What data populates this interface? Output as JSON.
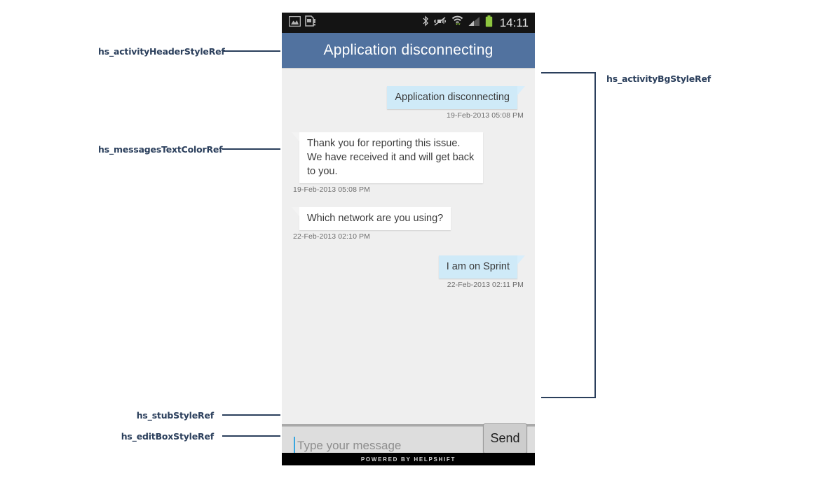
{
  "statusbar": {
    "icons_left": [
      "image-icon",
      "sdcard-warning-icon"
    ],
    "icons_right": [
      "bluetooth-icon",
      "vibrate-off-icon",
      "wifi-icon",
      "signal-icon",
      "battery-icon"
    ],
    "time": "14:11",
    "background": "#141414"
  },
  "header": {
    "title": "Application disconnecting",
    "background": "#51729f",
    "text_color": "#ffffff"
  },
  "chat": {
    "background": "#efefef",
    "outgoing_bubble_color": "#cfeaf8",
    "incoming_bubble_color": "#ffffff",
    "message_text_color": "#3b3b3b",
    "timestamp_color": "#6d6d6d",
    "messages": [
      {
        "direction": "out",
        "text": "Application disconnecting",
        "timestamp": "19-Feb-2013 05:08 PM"
      },
      {
        "direction": "in",
        "text": "Thank you for reporting this issue. We have received it and will get back to you.",
        "timestamp": "19-Feb-2013 05:08 PM"
      },
      {
        "direction": "in",
        "text": "Which network are you using?",
        "timestamp": "22-Feb-2013 02:10 PM"
      },
      {
        "direction": "out",
        "text": "I am on Sprint",
        "timestamp": "22-Feb-2013 02:11 PM"
      }
    ]
  },
  "editbar": {
    "placeholder": "Type your message",
    "value": "",
    "send_label": "Send",
    "background": "#dddddd",
    "accent": "#37a6e0"
  },
  "footer": {
    "text": "POWERED BY HELPSHIFT",
    "background": "#000000"
  },
  "annotations": {
    "color": "#2b3f5c",
    "left": [
      {
        "label": "hs_activityHeaderStyleRef"
      },
      {
        "label": "hs_messagesTextColorRef"
      },
      {
        "label": "hs_stubStyleRef"
      },
      {
        "label": "hs_editBoxStyleRef"
      }
    ],
    "right": [
      {
        "label": "hs_activityBgStyleRef"
      }
    ]
  }
}
